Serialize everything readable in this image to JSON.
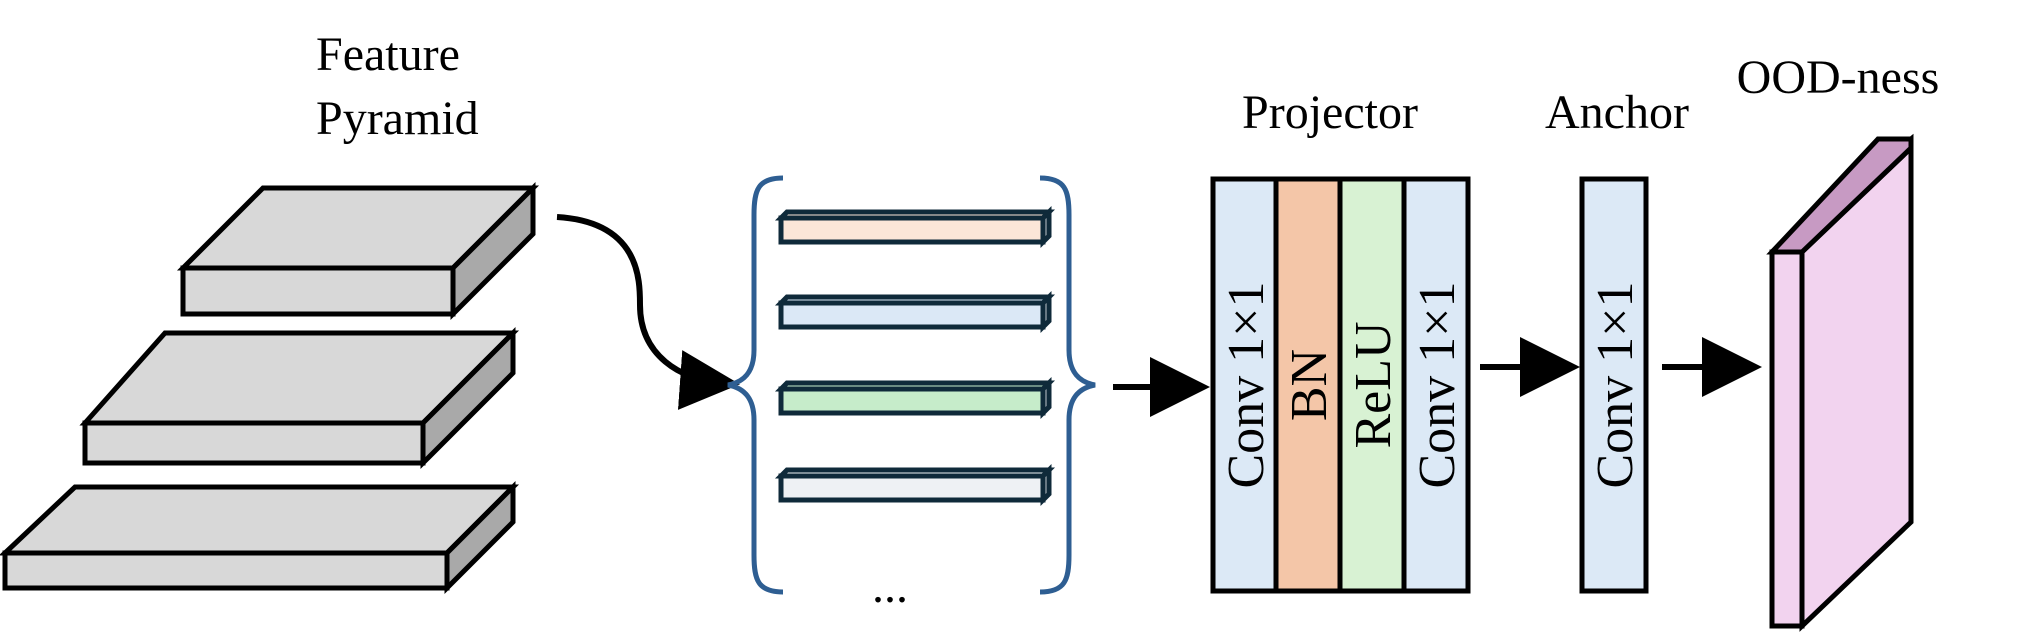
{
  "labels": {
    "feature_pyramid_line1": "Feature",
    "feature_pyramid_line2": "Pyramid",
    "projector": "Projector",
    "anchor": "Anchor",
    "oodness": "OOD-ness",
    "ellipsis": "..."
  },
  "projector_layers": [
    {
      "name": "proj-conv1",
      "label": "Conv 1×1",
      "color": "#dce9f6"
    },
    {
      "name": "proj-bn",
      "label": "BN",
      "color": "#f4c6a8"
    },
    {
      "name": "proj-relu",
      "label": "ReLU",
      "color": "#d8f2d3"
    },
    {
      "name": "proj-conv2",
      "label": "Conv 1×1",
      "color": "#dce9f6"
    }
  ],
  "anchor_layer": {
    "label": "Conv 1×1",
    "color": "#dce9f6"
  },
  "feature_bars": [
    {
      "name": "feature-bar-1",
      "color": "#fbe6d8"
    },
    {
      "name": "feature-bar-2",
      "color": "#dbe8f6"
    },
    {
      "name": "feature-bar-3",
      "color": "#c6ecca"
    },
    {
      "name": "feature-bar-4",
      "color": "#eef1f4"
    }
  ],
  "colors": {
    "pyramid_face": "#d8d8d8",
    "pyramid_side": "#a9a9a9",
    "ood_front": "#f2d3ef",
    "ood_side": "#c79ac3",
    "brace": "#2e5e92"
  }
}
